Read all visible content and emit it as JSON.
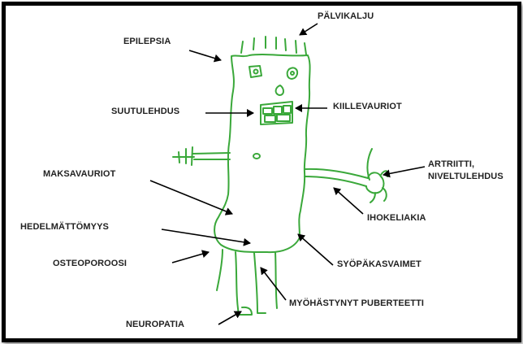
{
  "colors": {
    "figure_stroke": "#3aa83a",
    "arrow": "#000000",
    "text": "#222222",
    "border": "#000000"
  },
  "labels": {
    "palvikalju": "PÄLVIKALJU",
    "epilepsia": "EPILEPSIA",
    "suutulehdus": "SUUTULEHDUS",
    "kiillevauriot": "KIILLEVAURIOT",
    "maksavauriot": "MAKSAVAURIOT",
    "artriitti_line1": "ARTRIITTI,",
    "artriitti_line2": "NIVELTULEHDUS",
    "hedelmattomyys": "HEDELMÄTTÖMYYS",
    "ihokeliakia": "IHOKELIAKIA",
    "osteoporoosi": "OSTEOPOROOSI",
    "syopakasvaimet": "SYÖPÄKASVAIMET",
    "myohastynyt": "MYÖHÄSTYNYT PUBERTEETTI",
    "neuropatia": "NEUROPATIA"
  }
}
